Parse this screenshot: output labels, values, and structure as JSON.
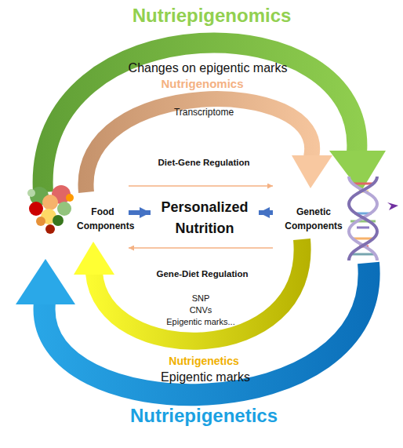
{
  "diagram": {
    "nodes": [
      {
        "text": [
          "Food Components"
        ]
      },
      {
        "text": [
          "Personalized Nutrition"
        ]
      },
      {
        "text": [
          "Genetic Components"
        ]
      }
    ],
    "edges": [
      {
        "from": 0,
        "to": 1,
        "arrow": "to"
      },
      {
        "from": 2,
        "to": 1,
        "arrow": "to"
      },
      {
        "from": 0,
        "to": 2,
        "arrow": "to"
      },
      {
        "from": 2,
        "to": 0,
        "arrow": "to"
      }
    ],
    "labels": [
      "Nutriepigenomics",
      "Changes on epigentic marks",
      "Nutrigenomics",
      "Transcriptome",
      "Diet-Gene Regulation",
      "Gene-Diet Regulation",
      "SNP",
      "CNVs",
      "Epigentic marks...",
      "Nutrigenetics",
      "Epigentic marks",
      "Nutriepigenetics"
    ]
  }
}
